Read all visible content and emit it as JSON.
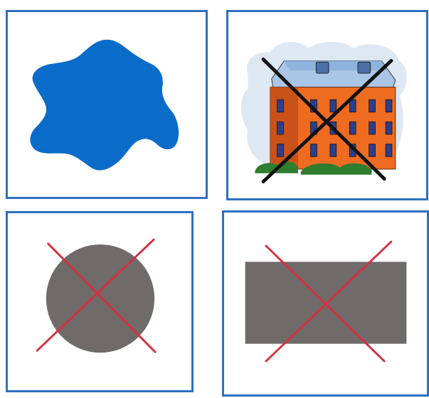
{
  "theme": {
    "frame_color": "#2f6fc1",
    "blob_color": "#0a6cc9",
    "shape_gray": "#706a6a",
    "red_cross": "#d4313f",
    "black_cross": "#111111",
    "building_orange": "#ef6b1f",
    "roof_blue": "#a9c6e6",
    "window_navy": "#2a3f8f",
    "sky_wash": "#dde8f3",
    "grass_green": "#2f7d2f"
  },
  "cards": [
    {
      "id": "blob",
      "icon": "blue-blob-icon",
      "crossed": false
    },
    {
      "id": "building",
      "icon": "building-icon",
      "crossed": true,
      "cross_color": "black"
    },
    {
      "id": "circle",
      "icon": "gray-circle-icon",
      "crossed": true,
      "cross_color": "red"
    },
    {
      "id": "rectangle",
      "icon": "gray-rectangle-icon",
      "crossed": true,
      "cross_color": "red"
    }
  ]
}
